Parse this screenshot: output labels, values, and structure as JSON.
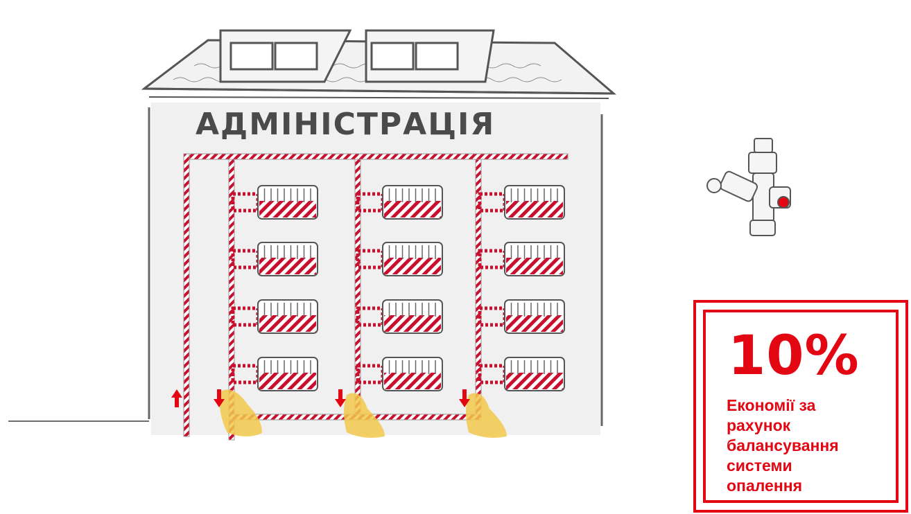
{
  "building": {
    "title": "АДМІНІСТРАЦІЯ"
  },
  "stat": {
    "percent": "10%",
    "caption": "Економії за\nрахунок\nбалансування\nсистеми\nопалення"
  },
  "colors": {
    "accent": "#e30613",
    "sketch": "#4a4a4a",
    "valve_highlight": "#f2c94c"
  },
  "icons": {
    "valve": "balancing-valve-icon",
    "flow_arrow": "arrow-down-icon"
  }
}
